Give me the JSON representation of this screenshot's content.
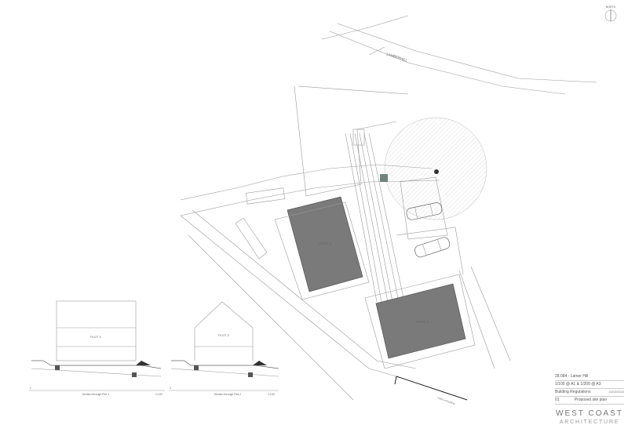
{
  "site_plan": {
    "road_name": "LAMBERHILL",
    "north_label": "NORTH",
    "plot1_label": "PLOT 1",
    "plot2_label": "PLOT 2",
    "boundary_note": "outline of building",
    "building_fill": "#7a7a7a"
  },
  "sections": [
    {
      "plot_label": "PLOT 1",
      "number": "1",
      "title": "Section through Plot 1",
      "scale": "1:100"
    },
    {
      "plot_label": "PLOT 2",
      "number": "2",
      "title": "Section through Plot 2",
      "scale": "1:100"
    }
  ],
  "title_block": {
    "project": "28.084 - Lamer Hill",
    "scale": "1/100 @ A1 & 1/200 @ A3",
    "status": "Building Regulations",
    "date": "11/02/2024",
    "drawing_no": "01",
    "drawing_title": "Proposed site plan",
    "brand_line1": "WEST COAST",
    "brand_line2": "ARCHITECTURE"
  }
}
